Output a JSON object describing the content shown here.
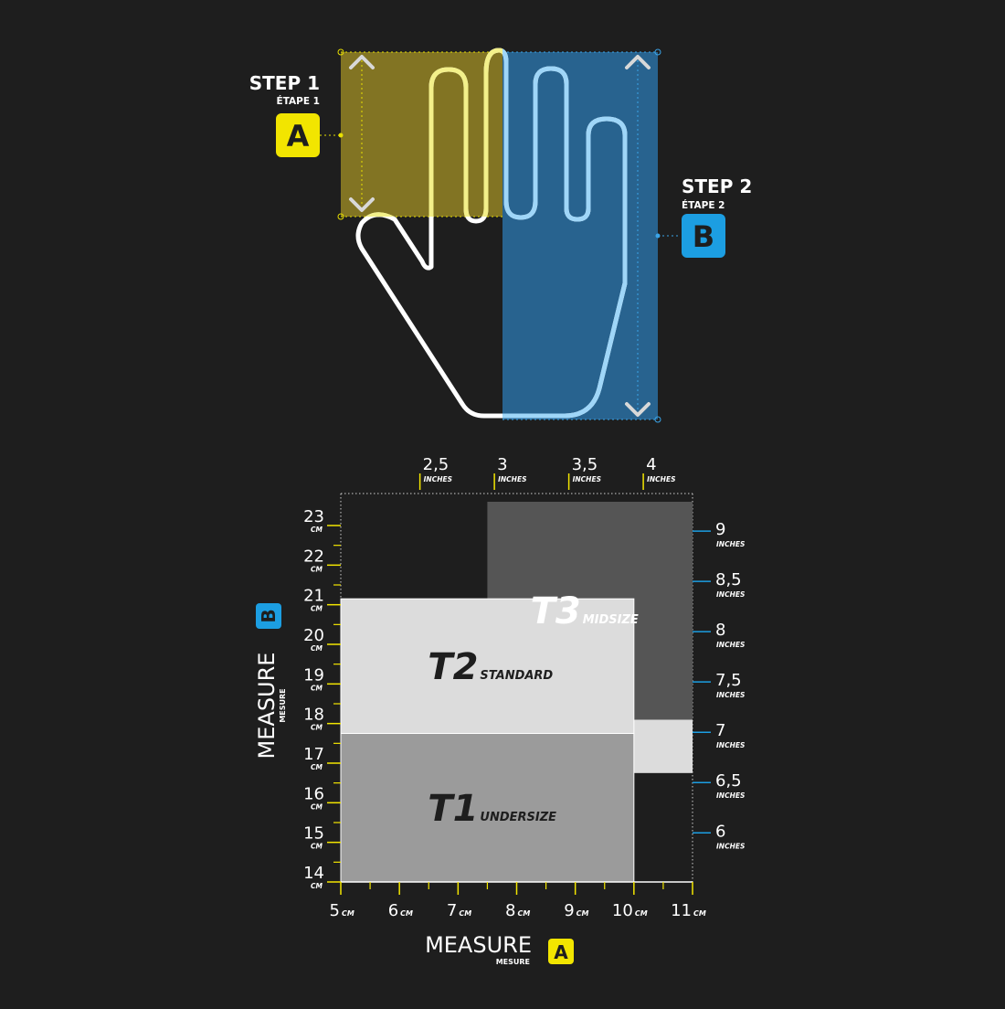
{
  "colors": {
    "background": "#1e1e1e",
    "yellow": "#f2e500",
    "yellow_zone": "#827423",
    "blue": "#1c9ee2",
    "blue_zone": "#28638f",
    "hand_outline": "#ffffff",
    "t1": "#9b9b9b",
    "t2": "#dcdcdc",
    "t3": "#555555"
  },
  "steps": {
    "step1": {
      "title": "STEP 1",
      "subtitle": "ÉTAPE 1",
      "badge": "A"
    },
    "step2": {
      "title": "STEP 2",
      "subtitle": "ÉTAPE 2",
      "badge": "B"
    }
  },
  "axes": {
    "x_title": "MEASURE",
    "x_subtitle": "MESURE",
    "x_badge": "A",
    "y_title": "MEASURE",
    "y_subtitle": "MESURE",
    "y_badge": "B",
    "cm_unit": "CM",
    "inch_unit": "INCHES"
  },
  "chart_data": {
    "type": "table",
    "x_range_cm": [
      5,
      11
    ],
    "y_range_cm": [
      14,
      23
    ],
    "x_ticks_cm": [
      "5",
      "6",
      "7",
      "8",
      "9",
      "10",
      "11"
    ],
    "y_ticks_cm": [
      "14",
      "15",
      "16",
      "17",
      "18",
      "19",
      "20",
      "21",
      "22",
      "23"
    ],
    "x_ticks_inches": [
      {
        "label": "2,5",
        "cm": 6.35
      },
      {
        "label": "3",
        "cm": 7.62
      },
      {
        "label": "3,5",
        "cm": 8.89
      },
      {
        "label": "4",
        "cm": 10.16
      }
    ],
    "y_ticks_inches": [
      {
        "label": "6",
        "cm": 15.24
      },
      {
        "label": "6,5",
        "cm": 16.51
      },
      {
        "label": "7",
        "cm": 17.78
      },
      {
        "label": "7,5",
        "cm": 19.05
      },
      {
        "label": "8",
        "cm": 20.32
      },
      {
        "label": "8,5",
        "cm": 21.59
      },
      {
        "label": "9",
        "cm": 22.86
      }
    ],
    "sizes": [
      {
        "code": "T1",
        "name": "UNDERSIZE",
        "x_cm": [
          5,
          10
        ],
        "y_cm": [
          14,
          17.75
        ]
      },
      {
        "code": "T2",
        "name": "STANDARD",
        "x_cm": [
          5,
          10
        ],
        "y_cm": [
          17.75,
          21.15
        ]
      },
      {
        "code": "T3",
        "name": "MIDSIZE",
        "x_cm": [
          7.5,
          11
        ],
        "y_cm": [
          18.1,
          23.6
        ]
      }
    ],
    "extra_zone": {
      "x_cm": [
        10,
        11
      ],
      "y_cm": [
        16.75,
        18.1
      ]
    }
  }
}
